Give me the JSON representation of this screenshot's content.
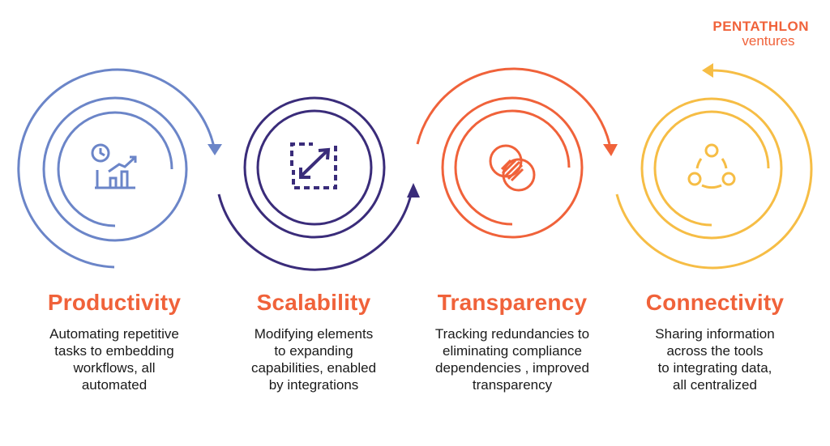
{
  "brand": {
    "line1": "PENTATHLON",
    "line2": "ventures"
  },
  "colors": {
    "accent": "#f0623a",
    "productivity": "#6b85c8",
    "scalability": "#3a2c7a",
    "transparency": "#f0623a",
    "connectivity": "#f6bd45"
  },
  "pillars": [
    {
      "title": "Productivity",
      "lines": [
        "Automating repetitive",
        "tasks to embedding",
        "workflows, all",
        "automated"
      ],
      "icon": "clock-growth-chart-icon"
    },
    {
      "title": "Scalability",
      "lines": [
        "Modifying elements",
        "to expanding",
        "capabilities, enabled",
        "by integrations"
      ],
      "icon": "expand-arrow-icon"
    },
    {
      "title": "Transparency",
      "lines": [
        "Tracking redundancies to",
        "eliminating compliance",
        "dependencies , improved",
        "transparency"
      ],
      "icon": "overlapping-circles-icon"
    },
    {
      "title": "Connectivity",
      "lines": [
        "Sharing information",
        "across the tools",
        "to integrating data,",
        "all centralized"
      ],
      "icon": "connected-nodes-icon"
    }
  ]
}
